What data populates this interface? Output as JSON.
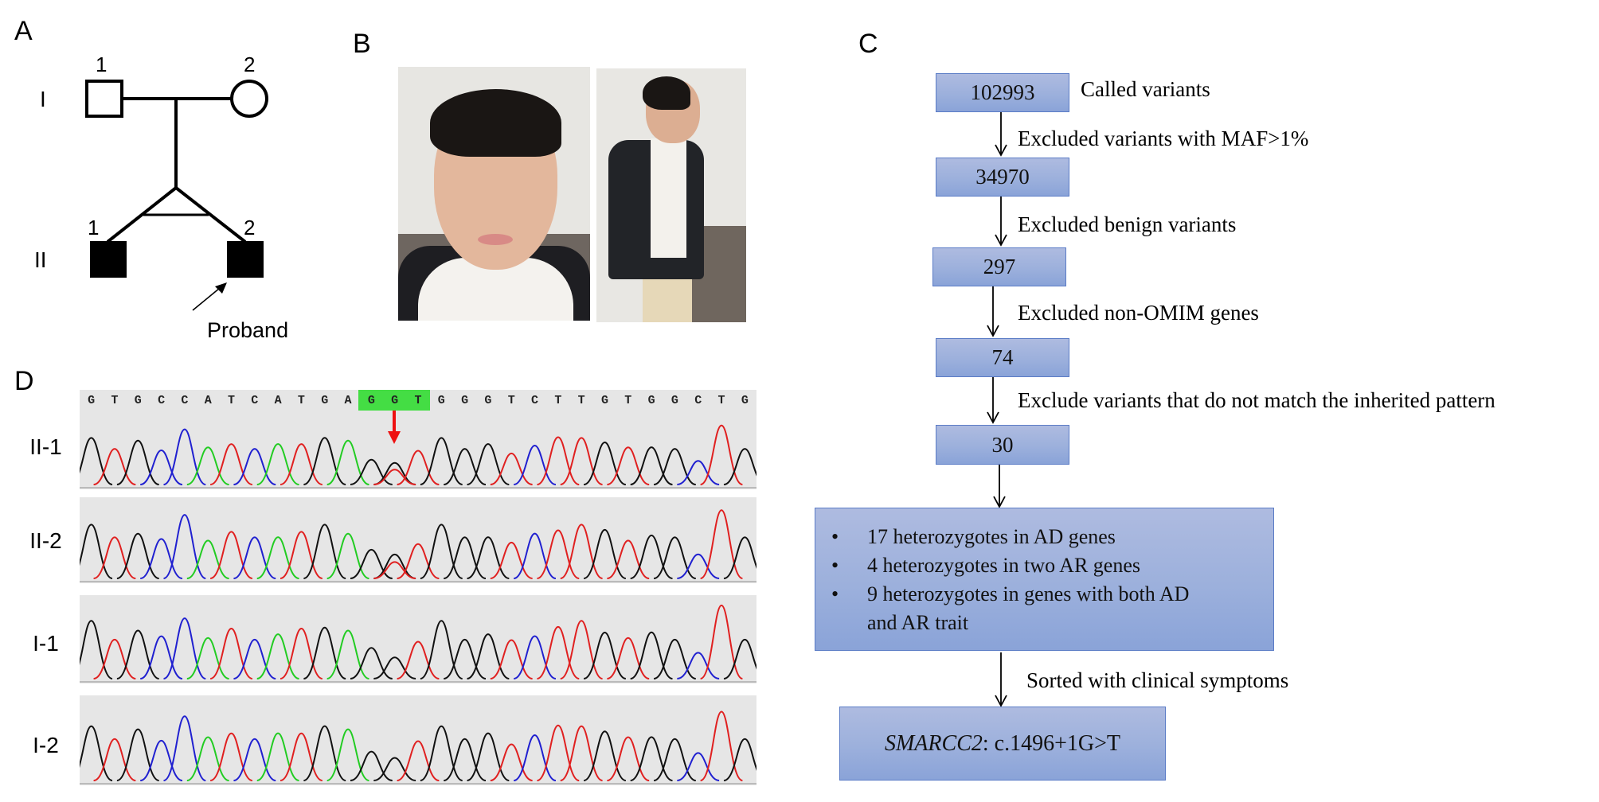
{
  "panels": {
    "a": {
      "label": "A",
      "generations": [
        "I",
        "II"
      ],
      "individuals": [
        {
          "generation": "I",
          "number": "1",
          "sex": "male",
          "affected": false
        },
        {
          "generation": "I",
          "number": "2",
          "sex": "female",
          "affected": false
        },
        {
          "generation": "II",
          "number": "1",
          "sex": "male",
          "affected": true
        },
        {
          "generation": "II",
          "number": "2",
          "sex": "male",
          "affected": true,
          "proband": true
        }
      ],
      "proband_label": "Proband"
    },
    "b": {
      "label": "B",
      "photos": [
        {
          "name": "frontal-face-photo"
        },
        {
          "name": "lateral-body-photo"
        }
      ]
    },
    "c": {
      "label": "C",
      "steps": [
        {
          "count": "102993",
          "note": "Called variants"
        },
        {
          "filter": "Excluded variants with MAF>1%",
          "count": "34970"
        },
        {
          "filter": "Excluded benign variants",
          "count": "297"
        },
        {
          "filter": "Excluded non-OMIM genes",
          "count": "74"
        },
        {
          "filter": "Exclude variants that do not match the inherited pattern",
          "count": "30"
        }
      ],
      "summary": {
        "items": [
          "17 heterozygotes in AD genes",
          "4 heterozygotes in two AR genes",
          "9 heterozygotes in genes with both AD",
          "and AR trait"
        ],
        "bullet": "•"
      },
      "final_filter": "Sorted with clinical symptoms",
      "result": {
        "gene": "SMARCC2",
        "variant": ": c.1496+1G>T"
      }
    },
    "d": {
      "label": "D",
      "sequence": [
        "G",
        "T",
        "G",
        "C",
        "C",
        "A",
        "T",
        "C",
        "A",
        "T",
        "G",
        "A",
        "G",
        "G",
        "T",
        "G",
        "G",
        "G",
        "T",
        "C",
        "T",
        "T",
        "G",
        "T",
        "G",
        "G",
        "C",
        "T",
        "G"
      ],
      "highlight_range": [
        12,
        14
      ],
      "rows": [
        {
          "label": "II-1",
          "mutant": true
        },
        {
          "label": "II-2",
          "mutant": true
        },
        {
          "label": "I-1",
          "mutant": false
        },
        {
          "label": "I-2",
          "mutant": false
        }
      ],
      "colors": {
        "G": "#111111",
        "T": "#e02020",
        "C": "#2020d0",
        "A": "#22cc22",
        "highlight": "#44dd44",
        "arrow": "#ee1111"
      }
    }
  }
}
